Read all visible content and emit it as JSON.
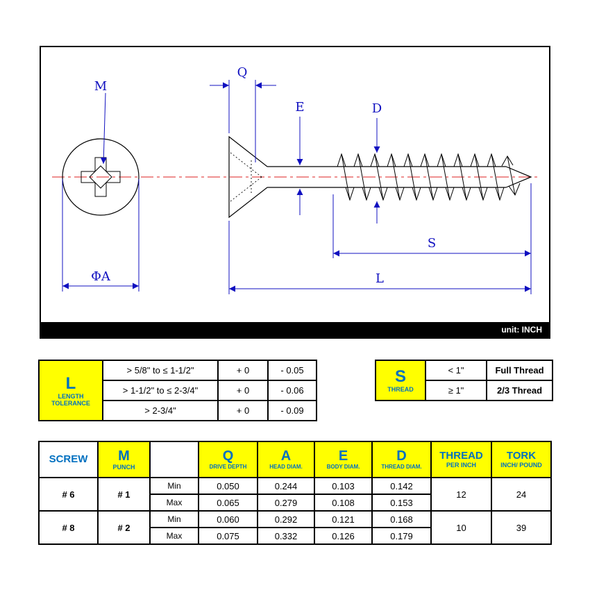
{
  "drawing": {
    "unit_label": "unit: INCH",
    "labels": {
      "m": "M",
      "phi_a": "ΦA",
      "q": "Q",
      "e": "E",
      "d": "D",
      "s": "S",
      "l": "L"
    },
    "colors": {
      "highlight_yellow": "#ffff00",
      "header_blue": "#0070c0",
      "dimension_blue": "#1010c0",
      "centerline_red": "#dd2222"
    }
  },
  "length_tolerance_table": {
    "header": {
      "symbol": "L",
      "line1": "LENGTH",
      "line2": "TOLERANCE"
    },
    "rows": [
      {
        "range": "> 5/8\" to ≤ 1-1/2\"",
        "plus": "+ 0",
        "minus": "- 0.05"
      },
      {
        "range": "> 1-1/2\" to ≤ 2-3/4\"",
        "plus": "+ 0",
        "minus": "- 0.06"
      },
      {
        "range": "> 2-3/4\"",
        "plus": "+ 0",
        "minus": "- 0.09"
      }
    ]
  },
  "thread_table": {
    "header": {
      "symbol": "S",
      "caption": "THREAD"
    },
    "rows": [
      {
        "length": "< 1\"",
        "thread": "Full Thread"
      },
      {
        "length": "≥ 1\"",
        "thread": "2/3 Thread"
      }
    ]
  },
  "screw_table": {
    "headers": {
      "screw": "SCREW",
      "m": {
        "symbol": "M",
        "caption": "PUNCH"
      },
      "q": {
        "symbol": "Q",
        "caption": "DRIVE DEPTH"
      },
      "a": {
        "symbol": "A",
        "caption": "HEAD DIAM."
      },
      "e": {
        "symbol": "E",
        "caption": "BODY DIAM."
      },
      "d": {
        "symbol": "D",
        "caption": "THREAD DIAM."
      },
      "thread": {
        "symbol": "THREAD",
        "caption": "PER INCH"
      },
      "tork": {
        "symbol": "TORK",
        "caption": "INCH/ POUND"
      }
    },
    "groups": [
      {
        "screw": "# 6",
        "punch": "# 1",
        "thread_per_inch": "12",
        "tork": "24",
        "rows": [
          {
            "limit": "Min",
            "q": "0.050",
            "a": "0.244",
            "e": "0.103",
            "d": "0.142"
          },
          {
            "limit": "Max",
            "q": "0.065",
            "a": "0.279",
            "e": "0.108",
            "d": "0.153"
          }
        ]
      },
      {
        "screw": "# 8",
        "punch": "# 2",
        "thread_per_inch": "10",
        "tork": "39",
        "rows": [
          {
            "limit": "Min",
            "q": "0.060",
            "a": "0.292",
            "e": "0.121",
            "d": "0.168"
          },
          {
            "limit": "Max",
            "q": "0.075",
            "a": "0.332",
            "e": "0.126",
            "d": "0.179"
          }
        ]
      }
    ]
  }
}
